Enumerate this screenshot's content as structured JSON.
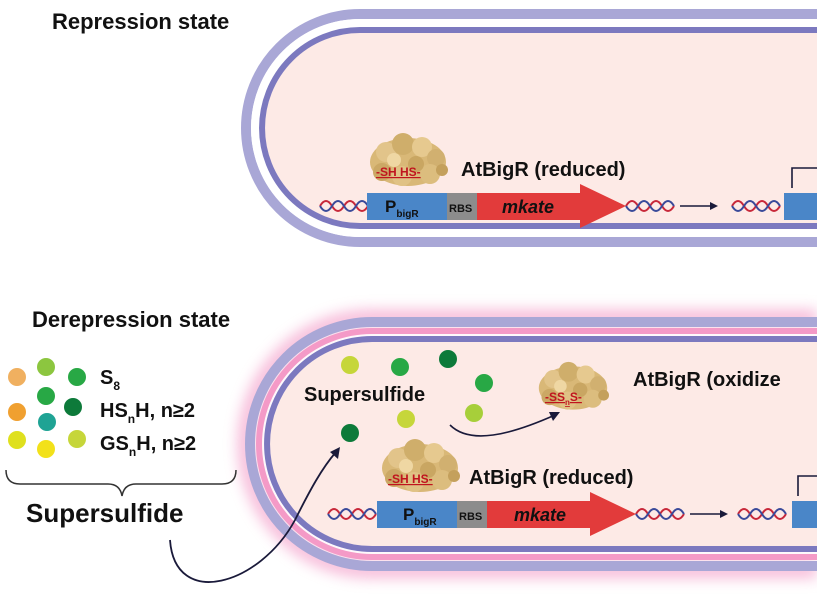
{
  "repression": {
    "title": "Repression state",
    "protein_label": "AtBigR (reduced)",
    "thiols": "-SH HS-",
    "promoter_main": "P",
    "promoter_sub": "bigR",
    "rbs": "RBS",
    "gene": "mkate"
  },
  "derepression": {
    "title": "Derepression state",
    "supersulfide_label": "Supersulfide",
    "oxidized_label": "AtBigR (oxidize",
    "oxidized_group_main": "-SS",
    "oxidized_group_sub": "n",
    "oxidized_group_end": "S-",
    "protein_label": "AtBigR (reduced)",
    "thiols": "-SH HS-",
    "promoter_main": "P",
    "promoter_sub": "bigR",
    "rbs": "RBS",
    "gene": "mkate"
  },
  "legend": {
    "items": [
      {
        "main": "S",
        "sub": "8",
        "rest": ""
      },
      {
        "main": "HS",
        "sub": "n",
        "rest": "H, n≥2"
      },
      {
        "main": "GS",
        "sub": "n",
        "rest": "H, n≥2"
      }
    ],
    "group_label": "Supersulfide"
  },
  "colors": {
    "membrane_outer": "#9a98cf",
    "membrane_inner": "#7c79bf",
    "cytoplasm": "#fdeae6",
    "pink_glow": "#f07fb8",
    "promoter": "#4a86c8",
    "rbs": "#8c8c8c",
    "gene_arrow": "#e23b3b",
    "protein": "#d9b877",
    "dna_red": "#c8283a",
    "dna_blue": "#3a4a9a",
    "dot_green": "#28a845",
    "dot_dark_green": "#0d7a3a",
    "dot_lime": "#c6d63a",
    "dot_yellow": "#f2e11a",
    "dot_orange": "#f0a030",
    "dot_teal": "#1fa394"
  }
}
